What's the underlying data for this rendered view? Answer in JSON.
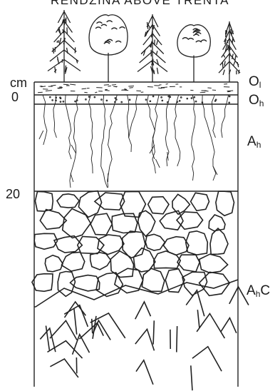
{
  "title": "RENDZINA ABOVE TRENTA",
  "depth": {
    "unit": "cm",
    "top": "0",
    "mid": "20"
  },
  "horizons": {
    "ol": {
      "main": "O",
      "sub": "l"
    },
    "oh": {
      "main": "O",
      "sub": "h"
    },
    "ah": {
      "main": "A",
      "sub": "h"
    },
    "ahc": {
      "main": "A",
      "sub": "h",
      "suffix": "C"
    }
  }
}
